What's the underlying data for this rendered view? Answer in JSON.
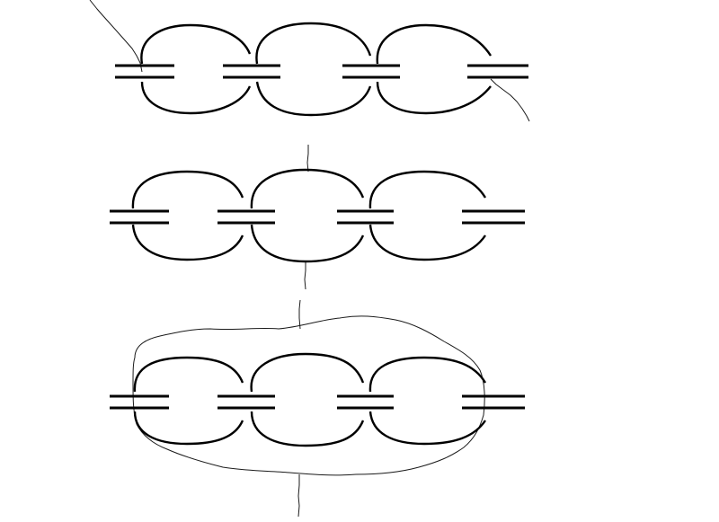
{
  "diagram": {
    "description_text": "",
    "stroke_color": "#000000",
    "background_color": "#ffffff",
    "chains": [
      {
        "name": "chain-top",
        "link_count": 3,
        "connection_bars": 4,
        "annotation": "diagonal-line-through-ends"
      },
      {
        "name": "chain-middle",
        "link_count": 3,
        "connection_bars": 4,
        "annotation": "vertical-line-through-middle-link"
      },
      {
        "name": "chain-bottom",
        "link_count": 3,
        "connection_bars": 4,
        "annotation": "freehand-outline-around-chain-with-vertical-line"
      }
    ]
  }
}
